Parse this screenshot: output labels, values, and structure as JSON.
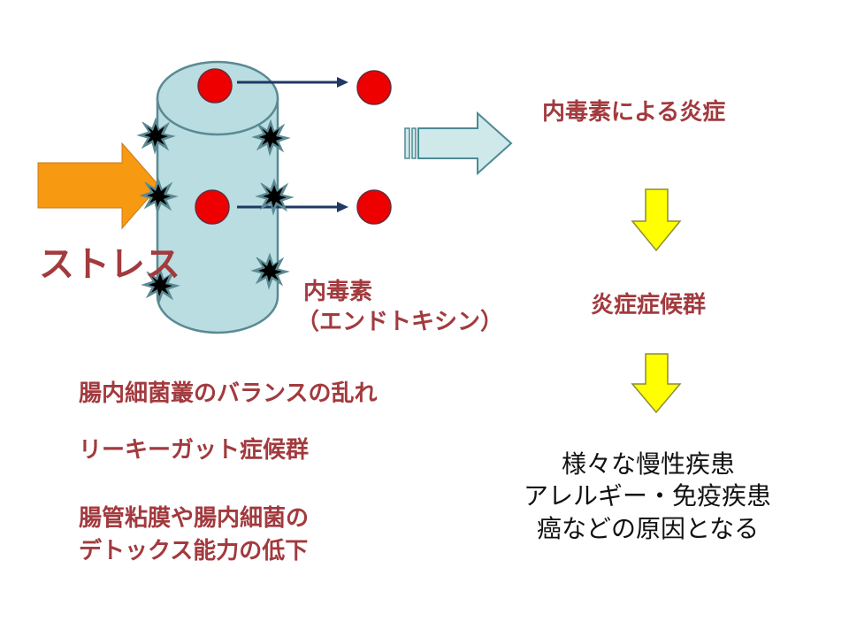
{
  "labels": {
    "stress": "ストレス",
    "endotoxin": "内毒素",
    "endotoxin_reading": "（エンドトキシン）",
    "inflammation": "内毒素による炎症",
    "syndrome": "炎症症候群",
    "outcome_1": "様々な慢性疾患",
    "outcome_2": "アレルギー・免疫疾患",
    "outcome_3": "癌などの原因となる",
    "cause_1": "腸内細菌叢のバランスの乱れ",
    "cause_2": "リーキーガット症候群",
    "cause_3a": "腸管粘膜や腸内細菌の",
    "cause_3b": "デトックス能力の低下"
  },
  "colors": {
    "intestine_fill": "#b9dde1",
    "intestine_stroke": "#5a8a93",
    "toxin": "#ee0000",
    "stress_arrow": "#f79a12",
    "flow_arrow": "#cfe8ea",
    "down_arrow": "#ffff00",
    "red_text": "#a23a3e"
  }
}
